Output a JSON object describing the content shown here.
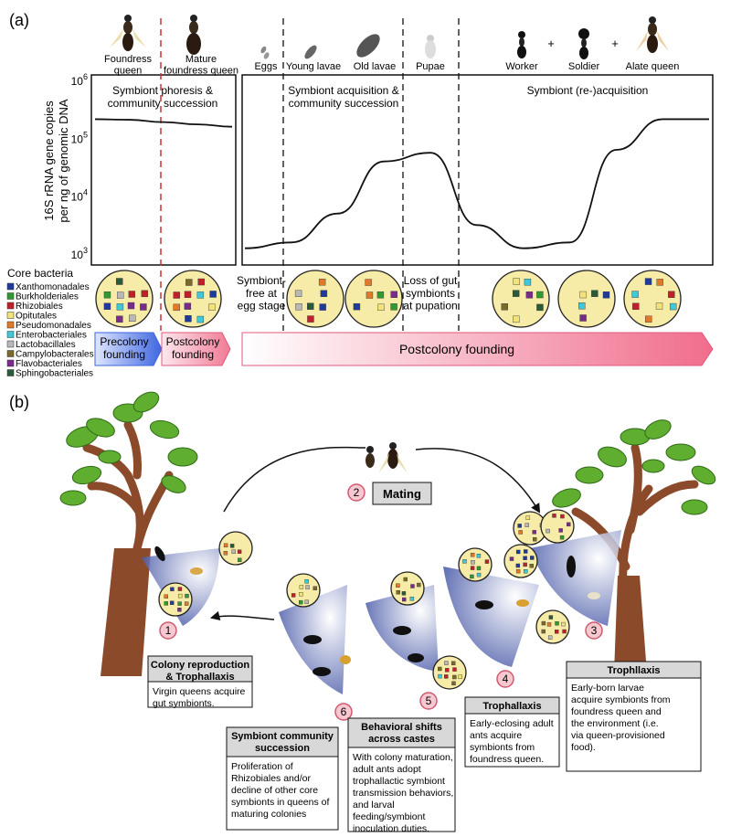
{
  "panel_a": {
    "label": "(a)",
    "stages": {
      "foundress_queen": "Foundress\nqueen",
      "mature_foundress_queen": "Mature\nfoundress queen",
      "eggs": "Eggs",
      "young_larvae": "Young lavae",
      "old_larvae": "Old lavae",
      "pupae": "Pupae",
      "worker": "Worker",
      "soldier": "Soldier",
      "alate_queen": "Alate queen",
      "plus": "+"
    },
    "y_axis_label_line1": "16S rRNA gene copies",
    "y_axis_label_line2": "per ng of genomic DNA",
    "y_ticks": [
      {
        "base": "10",
        "exp": "6"
      },
      {
        "base": "10",
        "exp": "5"
      },
      {
        "base": "10",
        "exp": "4"
      },
      {
        "base": "10",
        "exp": "3"
      }
    ],
    "section_titles": {
      "left": "Symbiont phoresis &\ncommunity succession",
      "middle": "Symbiont acquisition &\ncommunity succession",
      "right": "Symbiont (re-)acquisition"
    },
    "curve_samples_log10": {
      "left_panel": [
        5.33,
        5.32,
        5.28,
        5.24,
        5.2
      ],
      "right_panel": [
        3.1,
        3.2,
        3.7,
        4.6,
        4.75,
        3.5,
        3.1,
        3.2,
        4.8,
        5.33,
        5.33
      ]
    },
    "core_bacteria_title": "Core bacteria",
    "core_bacteria": [
      {
        "name": "Xanthomonadales",
        "color": "#1f3a9a"
      },
      {
        "name": "Burkholderiales",
        "color": "#2f9a2f"
      },
      {
        "name": "Rhizobiales",
        "color": "#c0202a"
      },
      {
        "name": "Opitutales",
        "color": "#f2e27a"
      },
      {
        "name": "Pseudomonadales",
        "color": "#e07a2a"
      },
      {
        "name": "Enterobacteriales",
        "color": "#40c8d8"
      },
      {
        "name": "Lactobacillales",
        "color": "#b8b8b8"
      },
      {
        "name": "Campylobacterales",
        "color": "#7a6a2a"
      },
      {
        "name": "Flavobacteriales",
        "color": "#7a2a8a"
      },
      {
        "name": "Sphingobacteriales",
        "color": "#2a5a3a"
      }
    ],
    "annotations": {
      "symbiont_free": "Symbiont-\nfree at\negg stage",
      "loss_of_gut": "Loss of gut\nsymbionts\nat pupation"
    },
    "phases": {
      "precolony": "Precolony\nfounding",
      "postcolony_short": "Postcolony\nfounding",
      "postcolony_long": "Postcolony founding"
    }
  },
  "panel_b": {
    "label": "(b)",
    "mating_number": "2",
    "mating_label": "Mating",
    "steps": [
      {
        "number": "1",
        "title": "Colony reproduction\n& Trophallaxis",
        "body": "Virgin queens acquire\ngut symbionts."
      },
      {
        "number": "3",
        "title": "Trophllaxis",
        "body": "Early-born larvae\nacquire symbionts from\nfoundress queen and\nthe environment (i.e.\nvia queen-provisioned\nfood)."
      },
      {
        "number": "4",
        "title": "Trophallaxis",
        "body": "Early-eclosing adult\nants acquire\nsymbionts from\nfoundress queen."
      },
      {
        "number": "5",
        "title": "Behavioral shifts\nacross castes",
        "body": "With colony maturation,\nadult ants adopt\ntrophallactic symbiont\ntransmission behaviors,\nand larval\nfeeding/symbiont\ninoculation duties."
      },
      {
        "number": "6",
        "title": "Symbiont community\nsuccession",
        "body": "Proliferation of\nRhizobiales and/or\ndecline of other core\nsymbionts in queens of\nmaturing colonies"
      }
    ]
  }
}
